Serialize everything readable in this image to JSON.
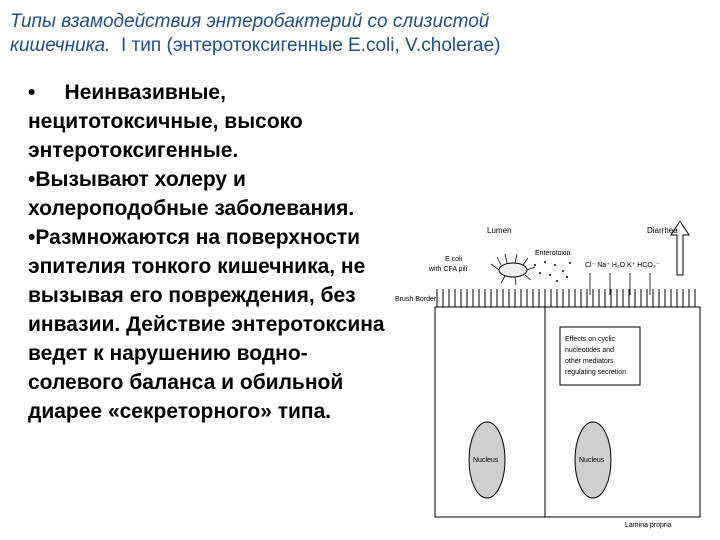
{
  "title": {
    "line1": "Типы взамодействия энтеробактерий со слизистой",
    "line2_italic": "кишечника.",
    "line2_rest": "I тип (энтеротоксигенные E.coli, V.cholerae)"
  },
  "bullets": [
    {
      "marker": "•",
      "text": "Неинвазивные, нецитотоксичные, высоко энтеротоксигенные."
    },
    {
      "marker": "•",
      "text": "Вызывают холеру и холероподобные заболевания."
    },
    {
      "marker": "•",
      "text": "Размножаются на поверхности эпителия тонкого кишечника, не вызывая его повреждения, без инвазии. Действие энтеротоксина ведет к нарушению водно-солевого баланса и обильной диарее «секреторного» типа."
    }
  ],
  "diagram": {
    "lumen": "Lumen",
    "diarrhea": "Diarrhea",
    "ecoli": "E.coli",
    "ecoli2": "with CFA pili",
    "enterotoxin": "Enterotoxin",
    "ions": "Cl⁻ Na⁺ H₂O K⁺ HCO₃⁻",
    "brush": "Brush Border",
    "effects": [
      "Effects on cyclic",
      "nucleotides and",
      "other mediators",
      "regulating secretion"
    ],
    "nucleus1": "Nucleus",
    "nucleus2": "Nucleus",
    "lamina": "Lamina propria"
  }
}
